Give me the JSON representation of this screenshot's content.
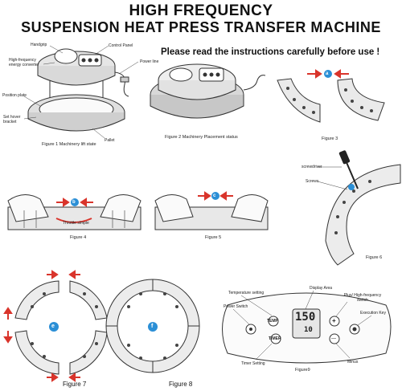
{
  "title_line1": "HIGH FREQUENCY",
  "title_line2": "SUSPENSION HEAT PRESS TRANSFER MACHINE",
  "instruction": "Please read the instructions carefully before use !",
  "fig1": {
    "labels": {
      "handgrip": "Handgrip",
      "control_panel": "Control Panel",
      "energy": "High-frequency energy converter",
      "power_line": "Power line",
      "position_plate": "Position plate",
      "set_hover": "Set hover bracket",
      "pallet": "Pallet"
    },
    "caption": "Figure 1  Machinery  lift  state"
  },
  "fig2": {
    "caption": "Figure 2  Machinery Placement status"
  },
  "fig3": {
    "caption": "Figure 3",
    "marker": "a"
  },
  "fig4": {
    "caption": "Figure 4",
    "marker": "b",
    "hint": "Throttle  simple"
  },
  "fig5": {
    "caption": "Figure 5",
    "marker": "c"
  },
  "fig6": {
    "caption": "Figure 6",
    "marker": "d",
    "labels": {
      "screwdriver": "screwdriver",
      "screws": "Screws"
    }
  },
  "fig7": {
    "caption": "Figure 7",
    "marker": "e"
  },
  "fig8": {
    "caption": "Figure 8",
    "marker": "f"
  },
  "fig9": {
    "caption": "Figure9",
    "labels": {
      "temp_setting": "Temperature  setting",
      "power_switch": "Power Switch",
      "display_area": "Display Area",
      "plus": "Plus/ High-frequency switch",
      "exec_key": "Execution Key",
      "timer_setting": "Timer Setting",
      "minus": "Minus"
    },
    "buttons": {
      "temp": "TEMP",
      "timer": "TIMER",
      "plus": "+",
      "minus": "—"
    },
    "display": {
      "value": "150",
      "sub": "10"
    }
  },
  "colors": {
    "arrow": "#d9342b",
    "marker": "#2b8fd6",
    "line": "#333333"
  }
}
